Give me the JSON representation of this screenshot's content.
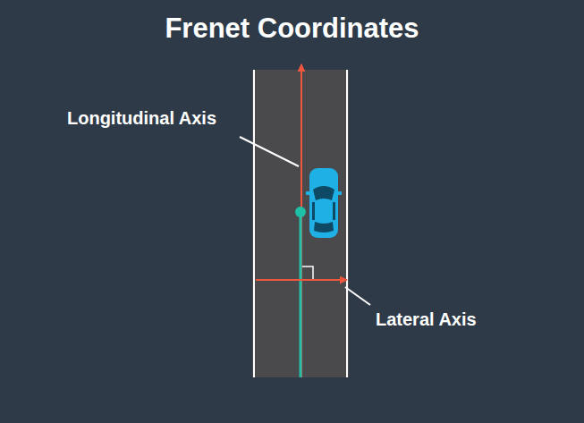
{
  "diagram": {
    "title": "Frenet Coordinates",
    "labels": [
      "Longitudinal Axis",
      "Lateral Axis"
    ]
  }
}
